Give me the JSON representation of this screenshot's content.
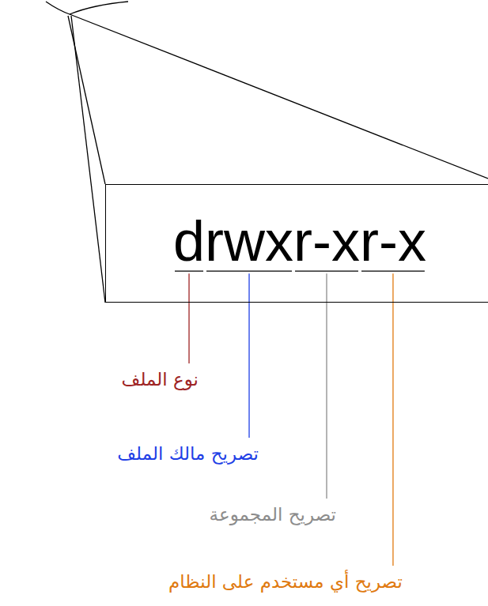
{
  "diagram": {
    "nodes": [
      {
        "text": [
          "drwxr-xr-x"
        ]
      }
    ],
    "labels": [
      "نوع الملف",
      "تصريح مالك الملف",
      "تصريح المجموعة",
      "تصريح أي مستخدم على النظام"
    ]
  }
}
